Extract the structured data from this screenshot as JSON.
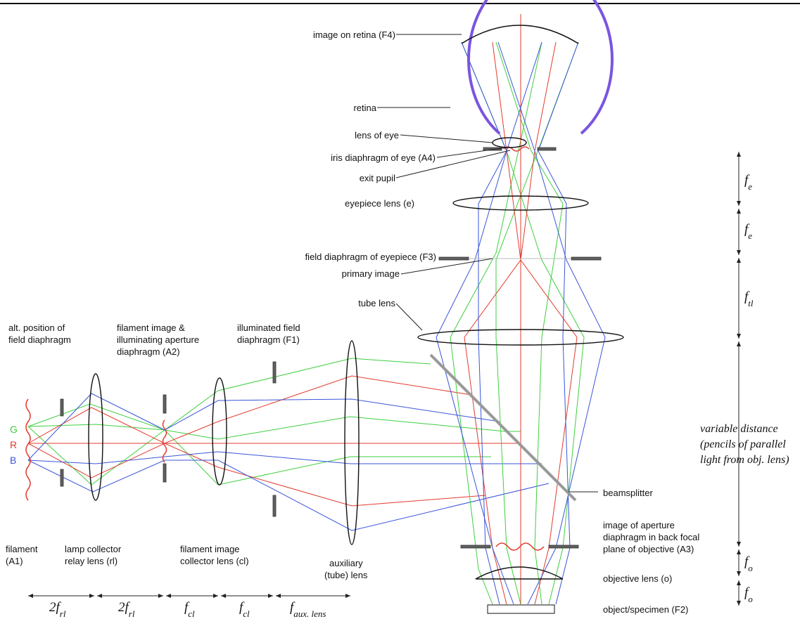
{
  "colors": {
    "green": "#3ecf3e",
    "red": "#e23b2e",
    "blue": "#3a55d8",
    "retina": "#7a55e0",
    "beamsplitter": "#999999"
  },
  "labels": {
    "image_on_retina": "image on retina (F4)",
    "retina": "retina",
    "lens_of_eye": "lens of eye",
    "iris_diaphragm": "iris diaphragm of eye (A4)",
    "exit_pupil": "exit pupil",
    "eyepiece_lens": "eyepiece lens (e)",
    "field_diaphragm_eyepiece": "field diaphragm of eyepiece (F3)",
    "primary_image": "primary image",
    "tube_lens": "tube lens",
    "alt_position": [
      "alt. position of",
      "field diaphragm"
    ],
    "filament_image": [
      "filament image &",
      "illuminating aperture",
      "diaphragm (A2)"
    ],
    "illuminated_field": [
      "illuminated field",
      "diaphragm (F1)"
    ],
    "variable_distance": [
      "variable distance",
      "(pencils of parallel",
      "light from obj. lens)"
    ],
    "beamsplitter": "beamsplitter",
    "image_of_aperture": [
      "image of aperture",
      "diaphragm in back focal",
      "plane of objective (A3)"
    ],
    "objective_lens": "objective lens (o)",
    "object_specimen": "object/specimen (F2)",
    "filament": [
      "filament",
      "(A1)"
    ],
    "lamp_collector": [
      "lamp collector",
      "relay lens (rl)"
    ],
    "filament_collector": [
      "filament image",
      "collector lens (cl)"
    ],
    "auxiliary_lens": [
      "auxiliary",
      "(tube) lens"
    ],
    "G": "G",
    "R": "R",
    "B": "B"
  },
  "focal": {
    "fe_1": {
      "base": "f",
      "sub": "e"
    },
    "fe_2": {
      "base": "f",
      "sub": "e"
    },
    "ftl": {
      "base": "f",
      "sub": "tl"
    },
    "fo_1": {
      "base": "f",
      "sub": "o"
    },
    "fo_2": {
      "base": "f",
      "sub": "o"
    },
    "frl_1": {
      "base": "2f",
      "sub": "rl"
    },
    "frl_2": {
      "base": "2f",
      "sub": "rl"
    },
    "fcl_1": {
      "base": "f",
      "sub": "cl"
    },
    "fcl_2": {
      "base": "f",
      "sub": "cl"
    },
    "faux": {
      "base": "f",
      "sub": "aux. lens"
    }
  }
}
